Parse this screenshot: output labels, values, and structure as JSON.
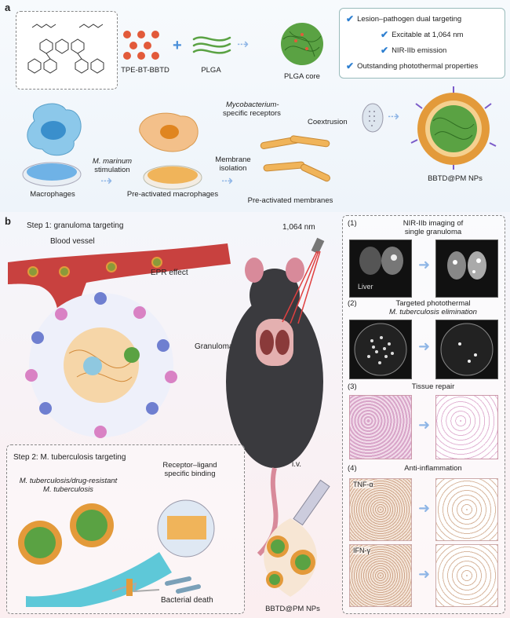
{
  "panel_a": {
    "label": "a",
    "molecule_label": "TPE-BT-BBTD",
    "polymer_label": "PLGA",
    "core_label": "PLGA core",
    "plus": "+",
    "features": [
      "Lesion–pathogen dual targeting",
      "Excitable at 1,064 nm",
      "NIR-IIb emission",
      "Outstanding photothermal properties"
    ],
    "receptors_label": [
      "Mycobacterium-",
      "specific receptors"
    ],
    "coextrusion_label": "Coextrusion",
    "stimulation_label": [
      "M. marinum",
      "stimulation"
    ],
    "isolation_label": [
      "Membrane",
      "isolation"
    ],
    "macrophages_label": "Macrophages",
    "preactivated_macrophages_label": "Pre-activated macrophages",
    "preactivated_membranes_label": "Pre-activated membranes",
    "product_label": "BBTD@PM NPs"
  },
  "panel_b": {
    "label": "b",
    "step1_label": "Step 1: granuloma targeting",
    "blood_vessel_label": "Blood vessel",
    "epr_label": "EPR effect",
    "granuloma_label": "Granuloma",
    "laser_label": "1,064 nm",
    "iv_label": "i.v.",
    "nps_label": "BBTD@PM NPs",
    "step2_label": "Step 2: M. tuberculosis targeting",
    "mtb_label": [
      "M. tuberculosis/drug-resistant",
      "M. tuberculosis"
    ],
    "receptor_ligand_label": [
      "Receptor–ligand",
      "specific binding"
    ],
    "bacterial_death_label": "Bacterial death",
    "results": [
      {
        "num": "(1)",
        "title": [
          "NIR-IIb imaging of",
          "single granuloma"
        ],
        "inset": "Liver"
      },
      {
        "num": "(2)",
        "title": [
          "Targeted photothermal",
          "M. tuberculosis elimination"
        ]
      },
      {
        "num": "(3)",
        "title": [
          "Tissue repair"
        ]
      },
      {
        "num": "(4)",
        "title": [
          "Anti-inflammation"
        ],
        "insets": [
          "TNF-α",
          "IFN-γ"
        ]
      }
    ]
  },
  "colors": {
    "accent_blue": "#2d7fd0",
    "nanoparticle_orange": "#e39a3a",
    "vessel_red": "#c8413f",
    "core_green": "#5aa243"
  }
}
